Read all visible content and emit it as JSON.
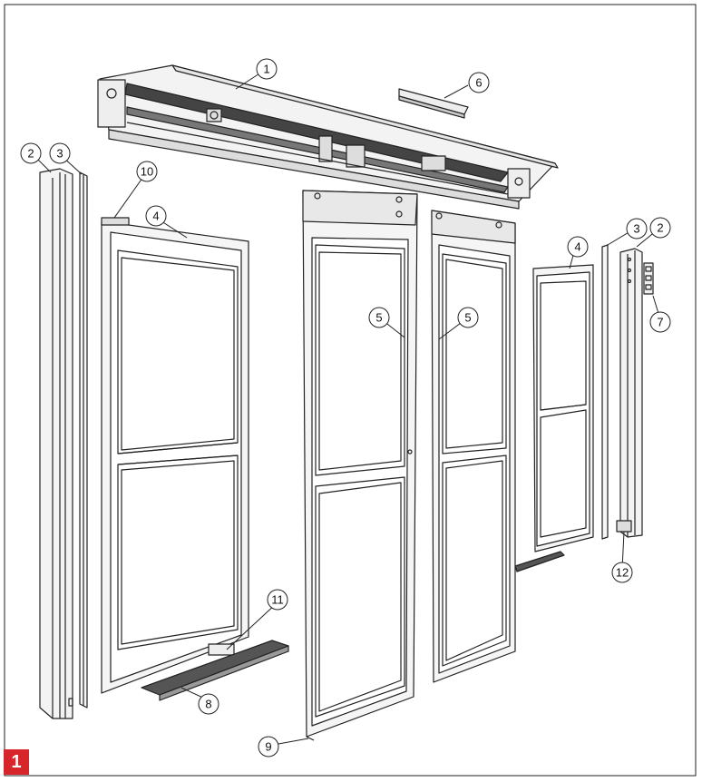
{
  "figure_number": "1",
  "callouts": {
    "c1": "1",
    "c2a": "2",
    "c3a": "3",
    "c10": "10",
    "c4a": "4",
    "c6": "6",
    "c5a": "5",
    "c5b": "5",
    "c3b": "3",
    "c2b": "2",
    "c4b": "4",
    "c7": "7",
    "c11": "11",
    "c8": "8",
    "c9": "9",
    "c12": "12"
  }
}
